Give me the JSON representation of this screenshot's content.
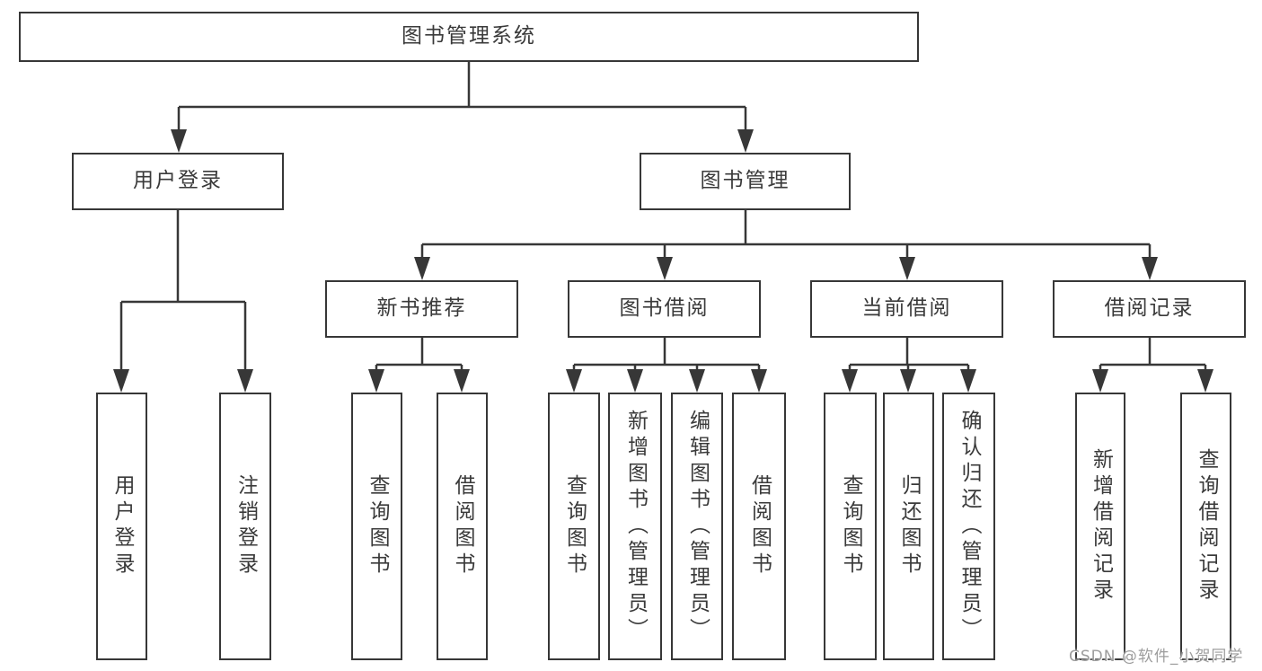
{
  "diagram": {
    "root": {
      "label": "图书管理系统"
    },
    "branches": [
      {
        "label": "用户登录",
        "children": [
          {
            "label": "用户登录"
          },
          {
            "label": "注销登录"
          }
        ]
      },
      {
        "label": "图书管理",
        "children": [
          {
            "label": "新书推荐",
            "children": [
              {
                "label": "查询图书"
              },
              {
                "label": "借阅图书"
              }
            ]
          },
          {
            "label": "图书借阅",
            "children": [
              {
                "label": "查询图书"
              },
              {
                "label": "新增图书（管理员）"
              },
              {
                "label": "编辑图书（管理员）"
              },
              {
                "label": "借阅图书"
              }
            ]
          },
          {
            "label": "当前借阅",
            "children": [
              {
                "label": "查询图书"
              },
              {
                "label": "归还图书"
              },
              {
                "label": "确认归还（管理员）"
              }
            ]
          },
          {
            "label": "借阅记录",
            "children": [
              {
                "label": "新增借阅记录"
              },
              {
                "label": "查询借阅记录"
              }
            ]
          }
        ]
      }
    ]
  },
  "watermark": {
    "text": "CSDN @软件_小贺同学"
  },
  "colors": {
    "line": "#373737",
    "box_border": "#373737",
    "text": "#3a3a3a",
    "watermark": "#9d9d9d",
    "background": "#ffffff"
  }
}
